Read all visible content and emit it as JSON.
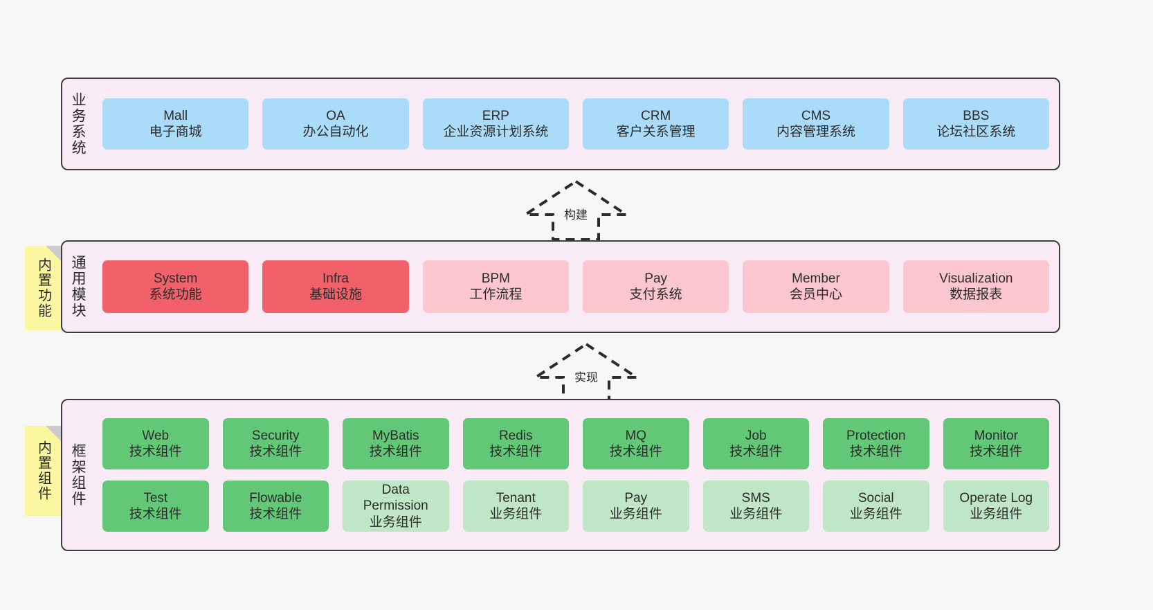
{
  "colors": {
    "canvas_bg": "#f7f7f7",
    "layer_bg": "#f9ebf5",
    "layer_border": "#3d3d3d",
    "blue": "#aadcfa",
    "red": "#f2616a",
    "pink": "#fbc6ce",
    "green": "#62c878",
    "light_green": "#bfe6c6",
    "note_yellow": "#fbf7a0",
    "note_fold": "#cccccc",
    "text": "#2b2b2b"
  },
  "layers": [
    {
      "id": "business-systems",
      "label": "业务系统",
      "rows": [
        {
          "cards": [
            {
              "en": "Mall",
              "cn": "电子商城",
              "style": "c-blue"
            },
            {
              "en": "OA",
              "cn": "办公自动化",
              "style": "c-blue"
            },
            {
              "en": "ERP",
              "cn": "企业资源计划系统",
              "style": "c-blue"
            },
            {
              "en": "CRM",
              "cn": "客户关系管理",
              "style": "c-blue"
            },
            {
              "en": "CMS",
              "cn": "内容管理系统",
              "style": "c-blue"
            },
            {
              "en": "BBS",
              "cn": "论坛社区系统",
              "style": "c-blue"
            }
          ]
        }
      ]
    },
    {
      "id": "common-modules",
      "label": "通用模块",
      "note": "内置功能",
      "rows": [
        {
          "cards": [
            {
              "en": "System",
              "cn": "系统功能",
              "style": "c-red"
            },
            {
              "en": "Infra",
              "cn": "基础设施",
              "style": "c-red"
            },
            {
              "en": "BPM",
              "cn": "工作流程",
              "style": "c-pink"
            },
            {
              "en": "Pay",
              "cn": "支付系统",
              "style": "c-pink"
            },
            {
              "en": "Member",
              "cn": "会员中心",
              "style": "c-pink"
            },
            {
              "en": "Visualization",
              "cn": "数据报表",
              "style": "c-pink"
            }
          ]
        }
      ]
    },
    {
      "id": "framework-components",
      "label": "框架组件",
      "note": "内置组件",
      "rows": [
        {
          "cards": [
            {
              "en": "Web",
              "cn": "技术组件",
              "style": "c-green"
            },
            {
              "en": "Security",
              "cn": "技术组件",
              "style": "c-green"
            },
            {
              "en": "MyBatis",
              "cn": "技术组件",
              "style": "c-green"
            },
            {
              "en": "Redis",
              "cn": "技术组件",
              "style": "c-green"
            },
            {
              "en": "MQ",
              "cn": "技术组件",
              "style": "c-green"
            },
            {
              "en": "Job",
              "cn": "技术组件",
              "style": "c-green"
            },
            {
              "en": "Protection",
              "cn": "技术组件",
              "style": "c-green"
            },
            {
              "en": "Monitor",
              "cn": "技术组件",
              "style": "c-green"
            }
          ]
        },
        {
          "cards": [
            {
              "en": "Test",
              "cn": "技术组件",
              "style": "c-green"
            },
            {
              "en": "Flowable",
              "cn": "技术组件",
              "style": "c-green"
            },
            {
              "en": "Data",
              "en2": "Permission",
              "cn": "业务组件",
              "style": "c-lightgreen"
            },
            {
              "en": "Tenant",
              "cn": "业务组件",
              "style": "c-lightgreen"
            },
            {
              "en": "Pay",
              "cn": "业务组件",
              "style": "c-lightgreen"
            },
            {
              "en": "SMS",
              "cn": "业务组件",
              "style": "c-lightgreen"
            },
            {
              "en": "Social",
              "cn": "业务组件",
              "style": "c-lightgreen"
            },
            {
              "en": "Operate Log",
              "cn": "业务组件",
              "style": "c-lightgreen"
            }
          ]
        }
      ]
    }
  ],
  "connectors": [
    {
      "id": "build",
      "label": "构建"
    },
    {
      "id": "implement",
      "label": "实现"
    }
  ]
}
